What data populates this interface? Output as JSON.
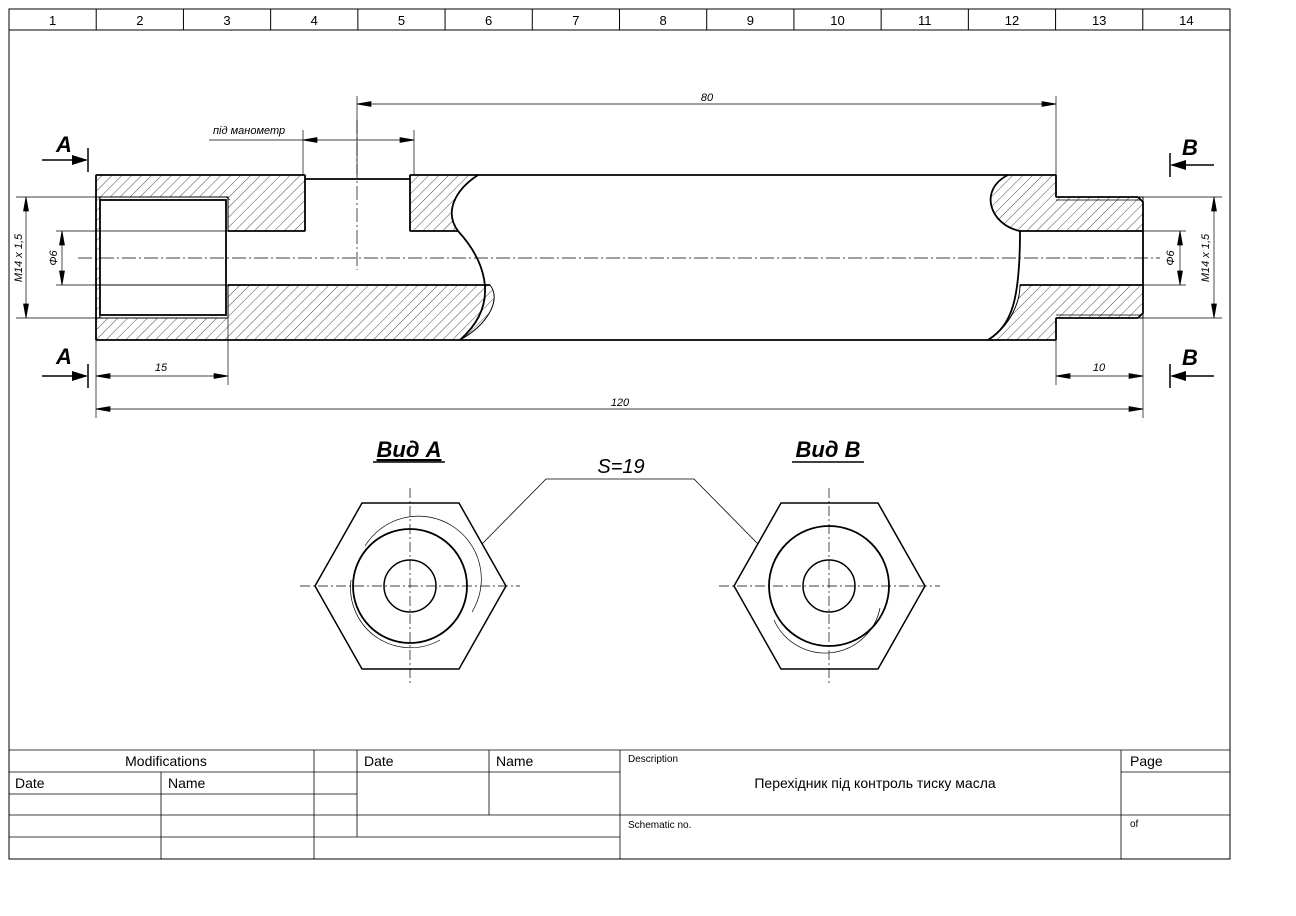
{
  "drawing": {
    "zone_numbers": [
      "1",
      "2",
      "3",
      "4",
      "5",
      "6",
      "7",
      "8",
      "9",
      "10",
      "11",
      "12",
      "13",
      "14"
    ],
    "section_marks": {
      "left": "A",
      "right": "B"
    },
    "dimensions": {
      "gauge_note": "під манометр",
      "length_80": "80",
      "length_15": "15",
      "length_10": "10",
      "length_120": "120",
      "thread_left": "M14 x 1,5",
      "bore_left": "Φ6",
      "bore_right": "Φ6",
      "thread_right": "M14 x 1,5"
    },
    "views": {
      "view_a_title": "Вид А",
      "view_b_title": "Вид B",
      "hex_size": "S=19"
    }
  },
  "title_block": {
    "modifications": "Modifications",
    "mod_date": "Date",
    "mod_name": "Name",
    "date": "Date",
    "name": "Name",
    "description_label": "Description",
    "description": "Перехідник під контроль тиску масла",
    "page_label": "Page",
    "schematic_label": "Schematic no.",
    "of_label": "of"
  },
  "colors": {
    "line": "#000000",
    "background": "#ffffff"
  }
}
